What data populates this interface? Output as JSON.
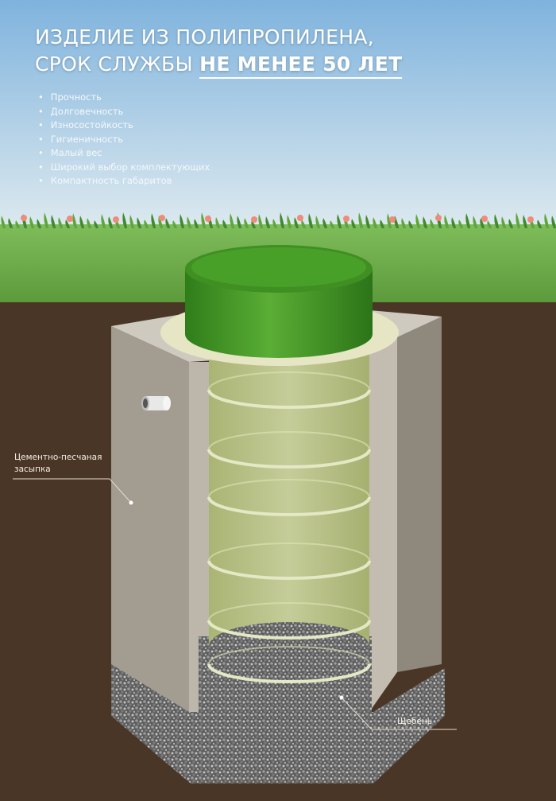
{
  "headline": {
    "line1": "ИЗДЕЛИЕ ИЗ ПОЛИПРОПИЛЕНА,",
    "line2_prefix": "СРОК СЛУЖБЫ ",
    "line2_emphasis": "НЕ МЕНЕЕ 50 ЛЕТ"
  },
  "features": [
    "Прочность",
    "Долговечность",
    "Износостойкость",
    "Гигиеничность",
    "Малый вес",
    "Широкий выбор комплектующих",
    "Компактность габаритов"
  ],
  "labels": {
    "backfill_line1": "Цементно-песчаная",
    "backfill_line2": "засыпка",
    "gravel": "Щебень"
  },
  "colors": {
    "sky_top": "#7fb3dd",
    "sky_bottom": "#dce9ef",
    "lawn": "#6aa84a",
    "soil": "#4a3627",
    "concrete": "#a39c91",
    "lid": "#4a9a2a",
    "tube": "#c9d19c"
  }
}
